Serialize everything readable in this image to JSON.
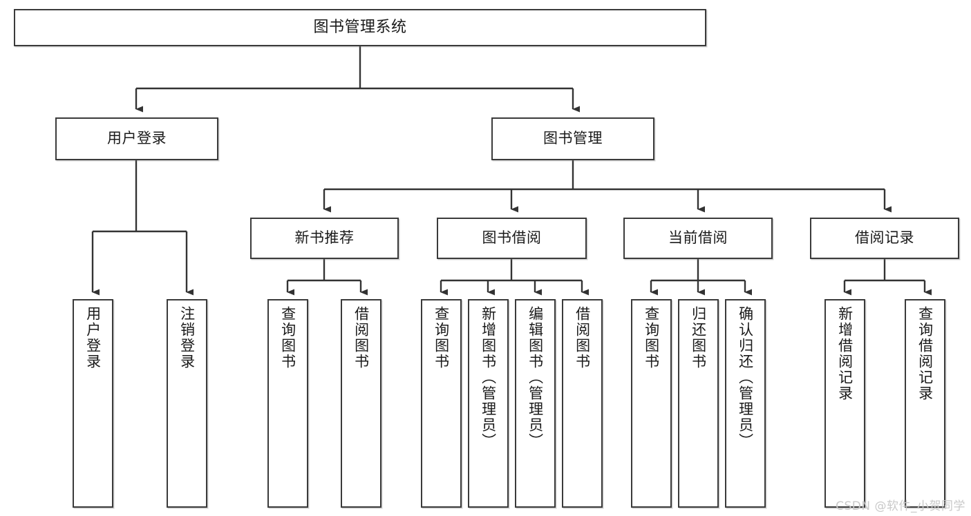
{
  "diagram": {
    "title": "图书管理系统",
    "watermark": "CSDN @软件_小贺同学",
    "orientation": "top-down-hierarchy",
    "colors": {
      "box_border": "#3a3a3a",
      "box_fill": "#ffffff",
      "connector": "#333333",
      "text": "#1a1a1a",
      "watermark": "#c9c9c9"
    },
    "root": {
      "label": "图书管理系统"
    },
    "level2": [
      {
        "label": "用户登录"
      },
      {
        "label": "图书管理"
      }
    ],
    "level3": [
      {
        "label": "新书推荐"
      },
      {
        "label": "图书借阅"
      },
      {
        "label": "当前借阅"
      },
      {
        "label": "借阅记录"
      }
    ],
    "leaves": {
      "user_login": [
        {
          "label": "用户登录"
        },
        {
          "label": "注销登录"
        }
      ],
      "new_book_recommend": [
        {
          "label": "查询图书"
        },
        {
          "label": "借阅图书"
        }
      ],
      "book_borrow": [
        {
          "label": "查询图书"
        },
        {
          "label": "新增图书（管理员）"
        },
        {
          "label": "编辑图书（管理员）"
        },
        {
          "label": "借阅图书"
        }
      ],
      "current_borrow": [
        {
          "label": "查询图书"
        },
        {
          "label": "归还图书"
        },
        {
          "label": "确认归还（管理员）"
        }
      ],
      "borrow_record": [
        {
          "label": "新增借阅记录"
        },
        {
          "label": "查询借阅记录"
        }
      ]
    }
  }
}
